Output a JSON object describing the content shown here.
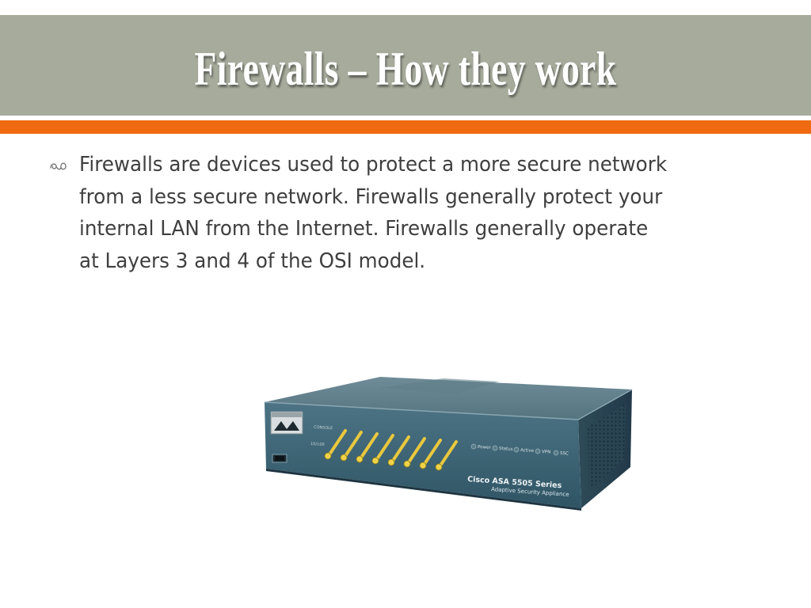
{
  "slide": {
    "title": "Firewalls – How they work",
    "bullet_text": "Firewalls are devices used to protect a more secure network\nfrom a less secure network. Firewalls generally protect your\ninternal LAN from the Internet. Firewalls generally operate\nat Layers 3 and 4 of the OSI model.",
    "bullet_icon": "curly-flourish-icon"
  },
  "device": {
    "model_label": "Cisco ASA 5505 Series",
    "subtitle_label": "Adaptive Security Appliance",
    "status_labels": [
      "Power",
      "Status",
      "Active",
      "VPN",
      "SSC"
    ],
    "port_count": 8,
    "icon": "cisco-asa-firewall-image"
  },
  "colors": {
    "title_band": "#a7ab9c",
    "accent_bar": "#f06a12",
    "title_text": "#ffffff",
    "body_text": "#3f3f3f",
    "device_body": "#3e6777"
  }
}
